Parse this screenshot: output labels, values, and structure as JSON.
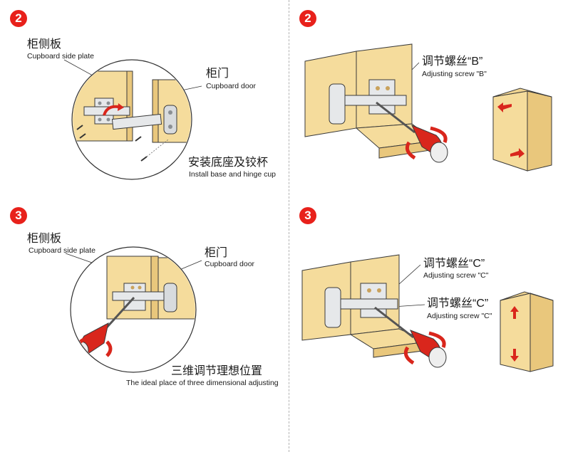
{
  "colors": {
    "wood": "#f5dc9c",
    "wood_dark": "#e9c77c",
    "wood_edge": "#c9a25c",
    "metal": "#e6e8ea",
    "metal_dark": "#8b8f93",
    "accent_red": "#d9261c",
    "outline": "#3a3a3a",
    "badge": "#e8211b"
  },
  "panels": {
    "top_left": {
      "step": "2",
      "side_plate_cn": "柜侧板",
      "side_plate_en": "Cupboard side plate",
      "door_cn": "柜门",
      "door_en": "Cupboard door",
      "install_cn": "安装底座及铰杯",
      "install_en": "Install base and hinge cup"
    },
    "top_right": {
      "step": "2",
      "screw_cn": "调节螺丝“B”",
      "screw_en": "Adjusting screw \"B\""
    },
    "bottom_left": {
      "step": "3",
      "side_plate_cn": "柜侧板",
      "side_plate_en": "Cupboard side plate",
      "door_cn": "柜门",
      "door_en": "Cupboard door",
      "ideal_cn": "三维调节理想位置",
      "ideal_en": "The ideal place of three dimensional adjusting"
    },
    "bottom_right": {
      "step": "3",
      "screw1_cn": "调节螺丝“C”",
      "screw1_en": "Adjusting screw \"C\"",
      "screw2_cn": "调节螺丝“C”",
      "screw2_en": "Adjusting screw \"C\""
    }
  }
}
